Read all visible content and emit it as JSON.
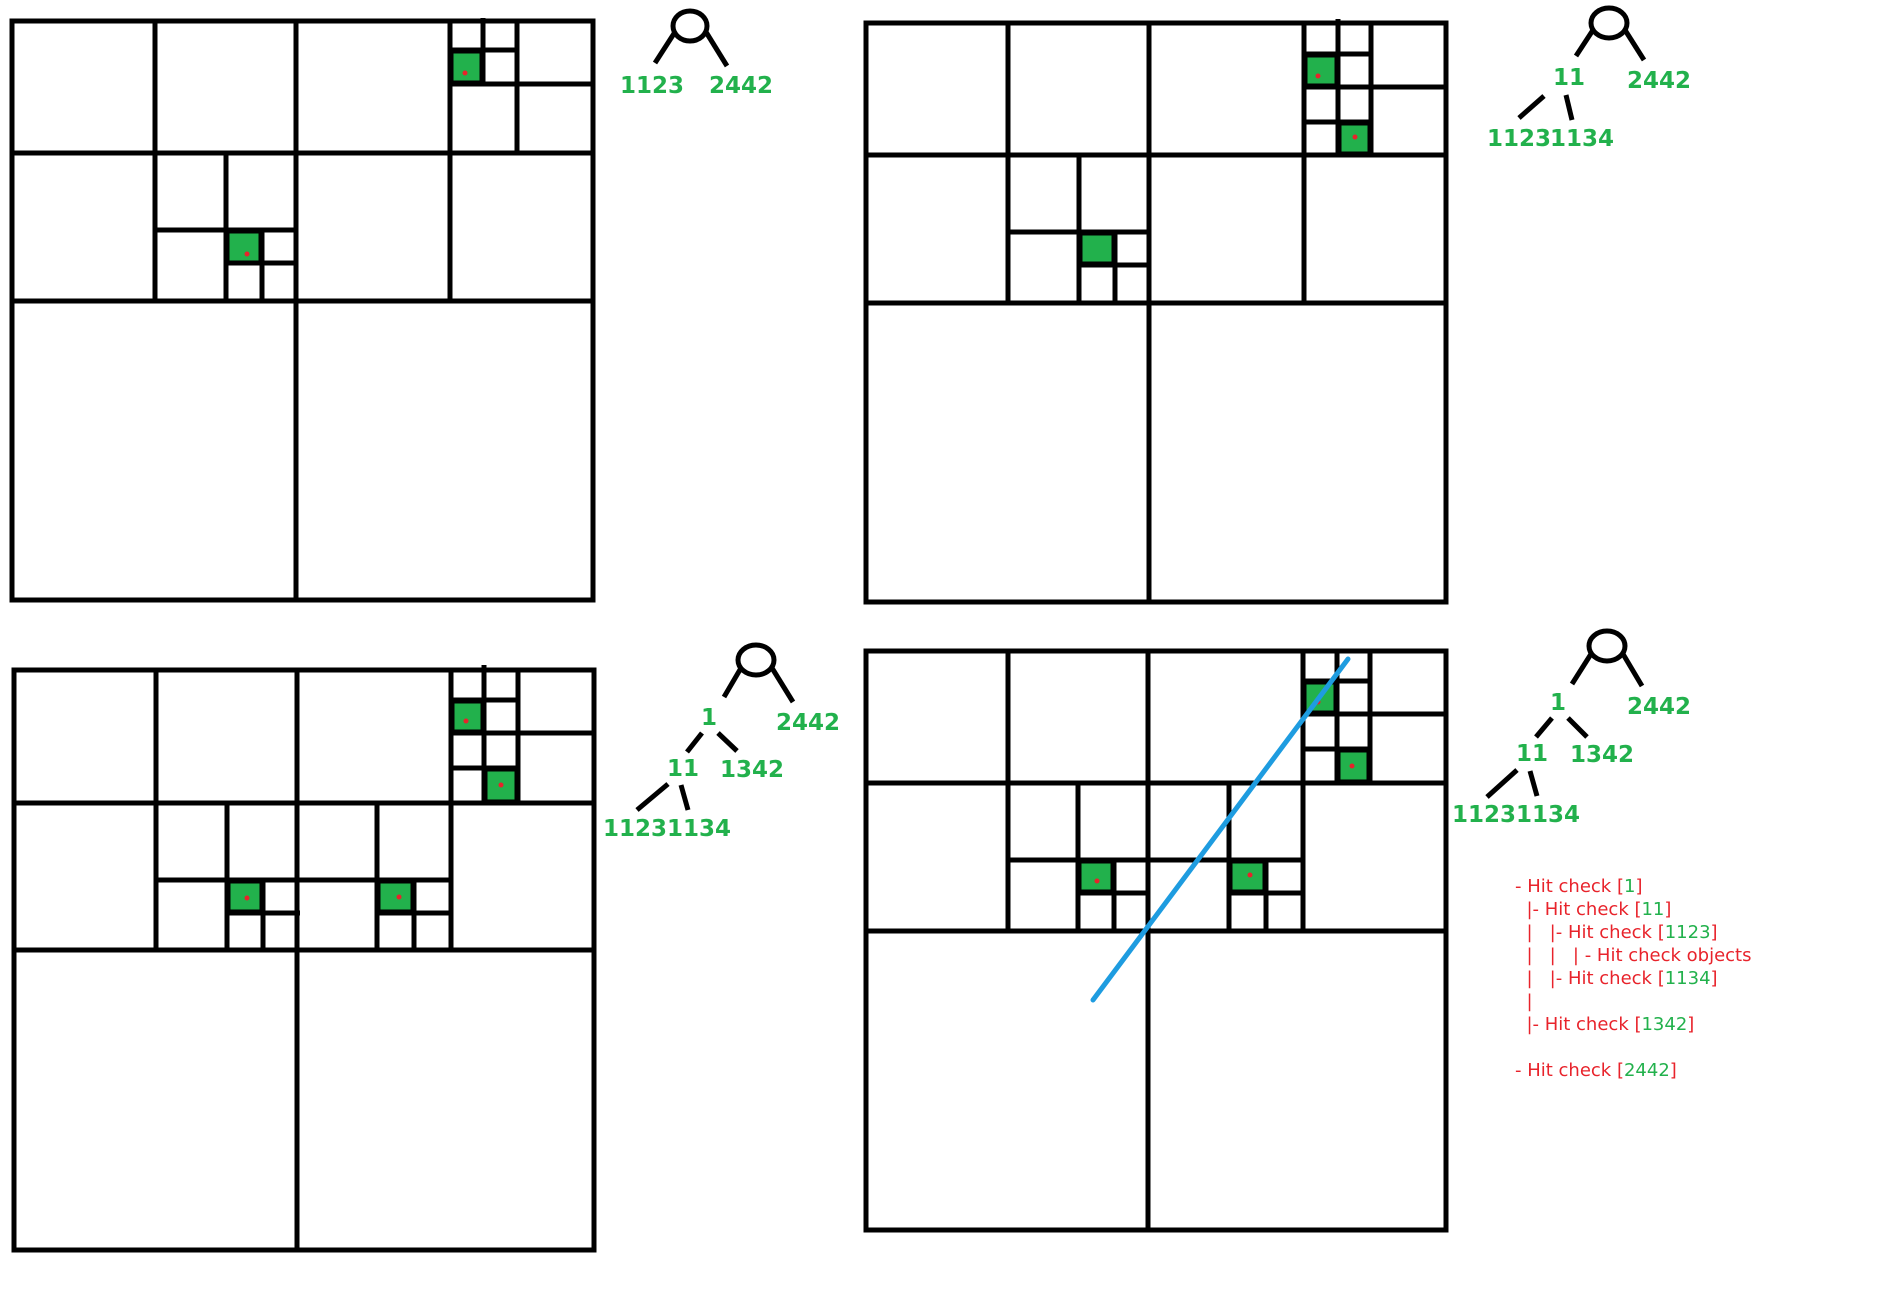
{
  "colors": {
    "line": "#000000",
    "cell_fill": "#22b14c",
    "object_dot": "#e8232b",
    "label": "#22b14c",
    "log_text": "#e8232b",
    "log_id": "#22b14c",
    "ray": "#1e9ce0"
  },
  "panels": [
    {
      "id": "panel-1",
      "tree_labels": {
        "left": "1123",
        "right": "2442"
      }
    },
    {
      "id": "panel-2",
      "tree_labels": {
        "mid": "11",
        "right": "2442",
        "leaf_a": "1123",
        "leaf_b": "1134"
      }
    },
    {
      "id": "panel-3",
      "tree_labels": {
        "node": "1",
        "right": "2442",
        "mid": "11",
        "sibling": "1342",
        "leaf_a": "1123",
        "leaf_b": "1134"
      }
    },
    {
      "id": "panel-4",
      "tree_labels": {
        "node": "1",
        "right": "2442",
        "mid": "11",
        "sibling": "1342",
        "leaf_a": "1123",
        "leaf_b": "1134"
      },
      "log": [
        {
          "prefix": "- Hit check [",
          "id": "1",
          "suffix": "]"
        },
        {
          "prefix": "  |- Hit check [",
          "id": "11",
          "suffix": "]"
        },
        {
          "prefix": "  |   |- Hit check [",
          "id": "1123",
          "suffix": "]"
        },
        {
          "prefix": "  |   |   | - Hit check objects",
          "id": "",
          "suffix": ""
        },
        {
          "prefix": "  |   |- Hit check [",
          "id": "1134",
          "suffix": "]"
        },
        {
          "prefix": "  |",
          "id": "",
          "suffix": ""
        },
        {
          "prefix": "  |- Hit check [",
          "id": "1342",
          "suffix": "]"
        },
        {
          "prefix": "",
          "id": "",
          "suffix": ""
        },
        {
          "prefix": "- Hit check [",
          "id": "2442",
          "suffix": "]"
        }
      ]
    }
  ]
}
